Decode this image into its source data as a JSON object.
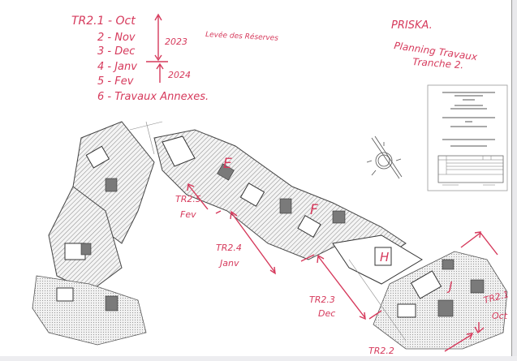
{
  "annotations": {
    "schedule": [
      "TR2.1 - Oct",
      "2 - Nov",
      "3 - Dec",
      "4 - Janv",
      "5 - Fev",
      "6 - Travaux Annexes."
    ],
    "year_1": "2023",
    "year_2": "2024",
    "heading": "Levée des Réserves",
    "client": "PRISKA.",
    "title": "Planning Travaux",
    "subtitle": "Tranche 2.",
    "zones": [
      "E",
      "F",
      "H",
      "J"
    ],
    "segments": [
      {
        "code": "TR2.5",
        "month": "Fev"
      },
      {
        "code": "TR2.4",
        "month": "Janv"
      },
      {
        "code": "TR2.3",
        "month": "Dec"
      },
      {
        "code": "TR2.2",
        "month": ""
      },
      {
        "code": "TR2.1",
        "month": "Oct"
      }
    ]
  },
  "colors": {
    "annotation": "#d63a5c",
    "plan": "#333333"
  },
  "icons": {
    "compass": "north-arrow-icon"
  }
}
